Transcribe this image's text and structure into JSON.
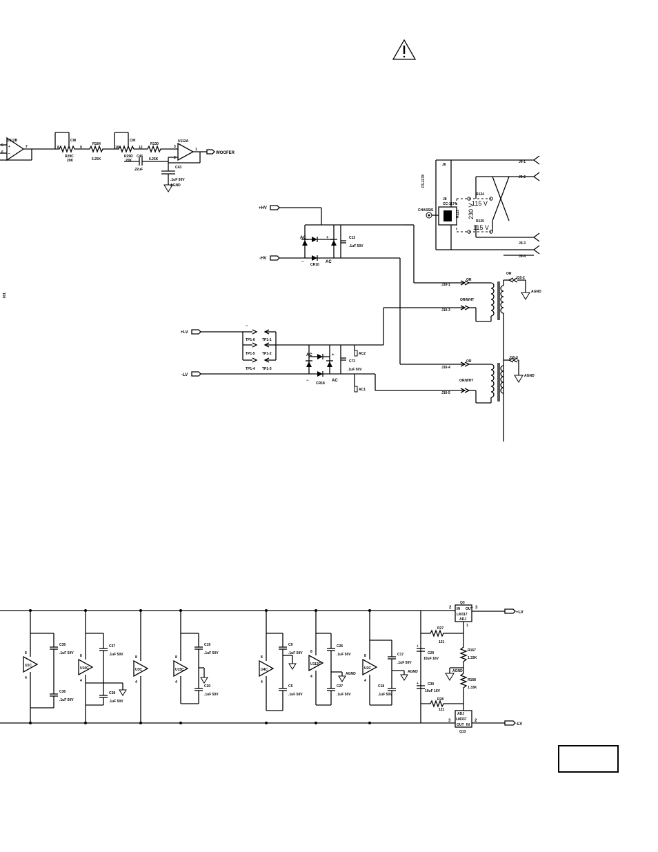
{
  "woofer": {
    "u112b": "U112B",
    "u112a": "U112A",
    "r29c": "R29C",
    "r29c_val": "20K",
    "r164": "R164",
    "r164_val": "6.25K",
    "r29d": "R29D",
    "r29d_val": "20K",
    "c46": "C46",
    "c46_val": ".22uF",
    "r130": "R130",
    "r130_val": "6.25K",
    "c43": "C43",
    "c43_val": ".1uF 50V",
    "agnd": "AGND",
    "out": "WOOFER",
    "p7": "7",
    "p8": "8",
    "p9": "9",
    "p10": "10",
    "p12": "12",
    "p1": "1",
    "p3": "3",
    "p2": "2",
    "p5": "5",
    "p6": "6",
    "pcw": "CW",
    "pcw2": "CW"
  },
  "transformer_in": {
    "j8_label": "J8",
    "fs": "FS-1178",
    "j6": "J6",
    "cc": "CC-1174",
    "chassis": "CHASSIS",
    "r124": "R124",
    "r125": "R125",
    "v115_1": "115  V",
    "v115_2": "115  V",
    "v230": "230  V",
    "r123": "R123",
    "j9_1": "J9-1",
    "j9_2": "J9-2",
    "j9_3": "J9-3",
    "j9_4": "J9-4"
  },
  "hv": {
    "plus": "+HV",
    "minus": "-HV",
    "ac1": "AC",
    "ac2": "AC",
    "plus_sign": "+",
    "minus_sign": "−",
    "cr10": "CR10",
    "c12": "C12",
    "c12_val": ".1uF 50V"
  },
  "lv": {
    "plus": "+LV",
    "minus": "-LV",
    "tp1_6": "TP1-6",
    "tp1_1": "TP1-1",
    "tp1_5": "TP1-5",
    "tp1_2": "TP1-2",
    "tp1_4": "TP1-4",
    "tp1_3": "TP1-3",
    "minus_sign": "−",
    "plus_sign": "+",
    "ac1": "AC",
    "ac2": "AC",
    "cr18": "CR18",
    "c72": "C72",
    "c72_val": ".1uF 50V",
    "ac2_label": "AC2",
    "ac1_label": "AC1"
  },
  "secondary": {
    "j10_1": "J10-1",
    "j10_3": "J10-3",
    "j10_4": "J10-4",
    "j10_5": "J10-5",
    "j10_2": "J10-2",
    "j10_3b": "J10-3",
    "or1": "OR",
    "orwht1": "OR/WHT",
    "or2": "OR",
    "orwht2": "OR/WHT",
    "or3": "OR",
    "agnd1": "AGND",
    "agnd2": "AGND"
  },
  "decoupling": {
    "u1c": "U1C",
    "u10c": "U10C",
    "u3c": "U3C",
    "u15c": "U15C",
    "u4c": "U4C",
    "u112c": "U112C",
    "u2c": "U2C",
    "c35": "C35",
    "c36": "C36",
    "c37": "C37",
    "c38": "C38",
    "c19": "C19",
    "c20": "C20",
    "c9": "C9",
    "c5": "C5",
    "c26": "C26",
    "c27": "C27",
    "c17": "C17",
    "c18": "C18",
    "cap_val": ".1uF 50V",
    "p8": "8",
    "p4": "4",
    "agnd": "AGND"
  },
  "regulator": {
    "q3": "Q3",
    "lm317": "LM317",
    "q13": "Q13",
    "lm337": "LM337",
    "in": "IN",
    "out": "OUT",
    "adj": "ADJ",
    "r27": "R27",
    "r27_val": "121",
    "r28": "R28",
    "r28_val": "121",
    "r167": "R167",
    "r167_val": "1.33K",
    "r168": "R168",
    "r168_val": "1.33K",
    "c29": "C29",
    "c29_val": "10uF 16V",
    "c30": "C30",
    "c30_val": "10uF 16V",
    "agnd": "AGND",
    "plus_lv": "+LV",
    "minus_lv": "-LV",
    "p2": "2",
    "p3": "3",
    "p1": "1"
  },
  "side_text": "100",
  "colors": {
    "ink": "#000000",
    "paper": "#ffffff"
  }
}
